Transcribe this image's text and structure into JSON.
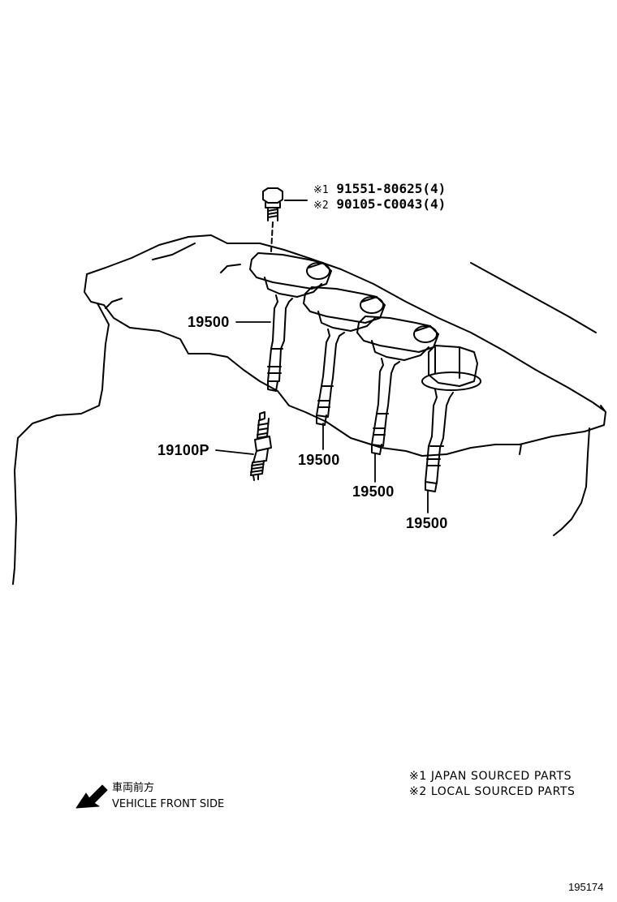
{
  "bolt": {
    "lines": [
      {
        "mark": "※1",
        "part_no": "91551-80625(4)"
      },
      {
        "mark": "※2",
        "part_no": "90105-C0043(4)"
      }
    ]
  },
  "callouts": {
    "coil_1": "19500",
    "coil_2": "19500",
    "coil_3": "19500",
    "coil_4": "19500",
    "spark_plug": "19100P"
  },
  "legend": {
    "items": [
      "※1 JAPAN SOURCED PARTS",
      "※2 LOCAL SOURCED PARTS"
    ]
  },
  "direction": {
    "japanese": "車両前方",
    "english": "VEHICLE FRONT SIDE"
  },
  "figure_number": "195174"
}
